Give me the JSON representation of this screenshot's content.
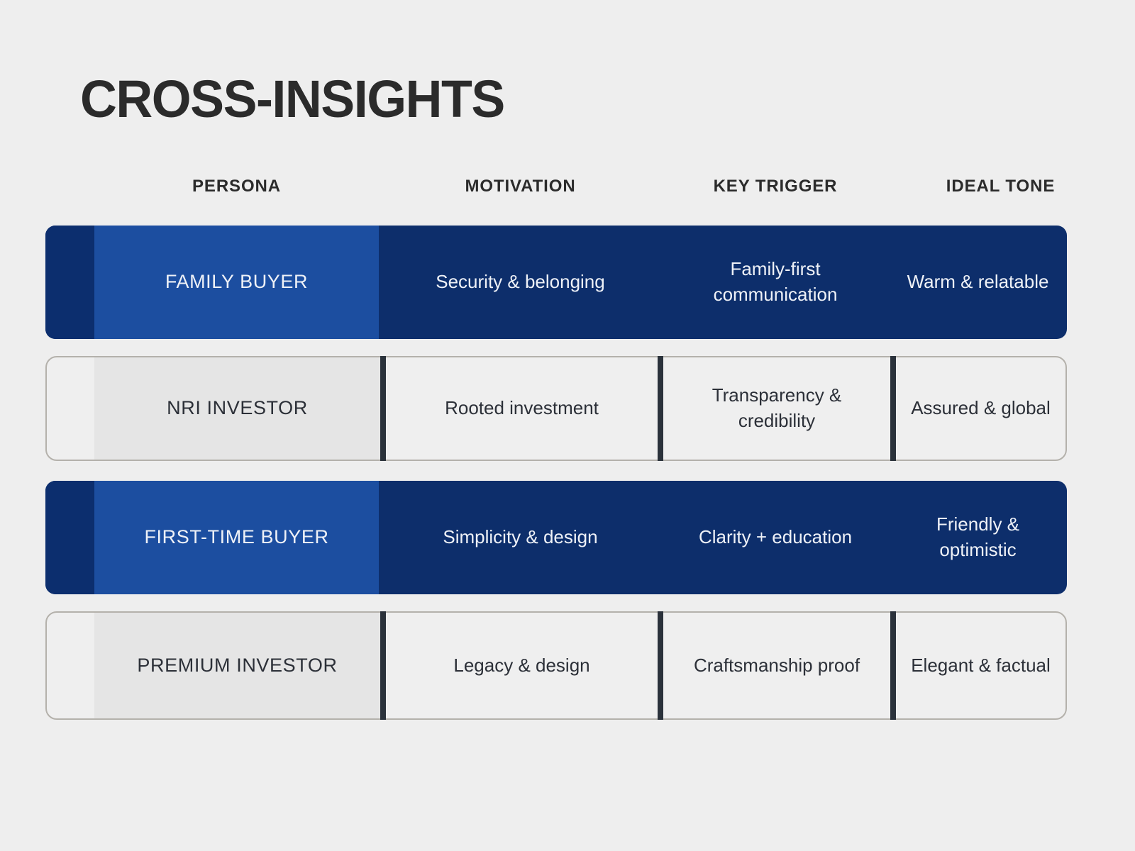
{
  "title": "CROSS-INSIGHTS",
  "colors": {
    "background": "#eeeeee",
    "navy_dark": "#0c2e6e",
    "navy_cell": "#0d2e6b",
    "blue_accent": "#1c4ea0",
    "light_row_bg": "#efefef",
    "light_persona_bg": "#e5e5e5",
    "light_row_border": "#b4b1ab",
    "divider": "#2b323b",
    "text_dark": "#2b2b2b",
    "text_light": "#eef1f7"
  },
  "headers": [
    {
      "label": "PERSONA"
    },
    {
      "label": "MOTIVATION"
    },
    {
      "label": "KEY TRIGGER"
    },
    {
      "label": "IDEAL TONE"
    }
  ],
  "rows": [
    {
      "style": "blue",
      "persona": "FAMILY BUYER",
      "motivation": "Security & belonging",
      "key_trigger": "Family-first communication",
      "ideal_tone": "Warm & relatable"
    },
    {
      "style": "light",
      "persona": "NRI INVESTOR",
      "motivation": "Rooted investment",
      "key_trigger": "Transparency & credibility",
      "ideal_tone": "Assured & global"
    },
    {
      "style": "blue",
      "persona": "FIRST-TIME BUYER",
      "motivation": "Simplicity & design",
      "key_trigger": "Clarity + education",
      "ideal_tone": "Friendly & optimistic"
    },
    {
      "style": "light",
      "persona": "PREMIUM INVESTOR",
      "motivation": "Legacy & design",
      "key_trigger": "Craftsmanship proof",
      "ideal_tone": "Elegant & factual"
    }
  ]
}
